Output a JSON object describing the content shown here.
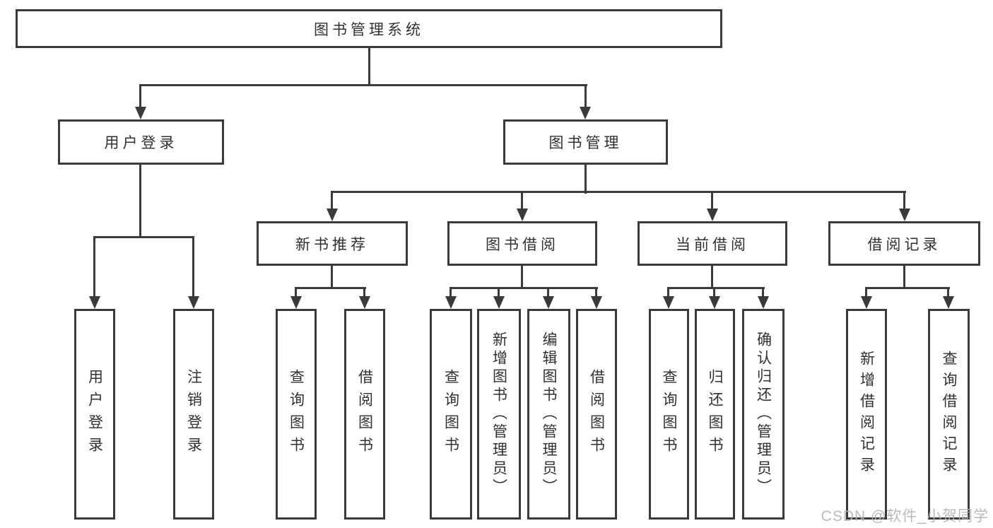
{
  "diagram_title": "图书管理系统",
  "nodes": {
    "root": {
      "label": "图书管理系统"
    },
    "level2": [
      {
        "label": "用户登录"
      },
      {
        "label": "图书管理"
      }
    ],
    "level3": [
      {
        "label": "新书推荐"
      },
      {
        "label": "图书借阅"
      },
      {
        "label": "当前借阅"
      },
      {
        "label": "借阅记录"
      }
    ],
    "leaves": {
      "user_login": [
        {
          "label": "用户登录"
        },
        {
          "label": "注销登录"
        }
      ],
      "new_books": [
        {
          "label": "查询图书"
        },
        {
          "label": "借阅图书"
        }
      ],
      "book_borrowing": [
        {
          "label": "查询图书"
        },
        {
          "label": "新增图书（管理员）"
        },
        {
          "label": "编辑图书（管理员）"
        },
        {
          "label": "借阅图书"
        }
      ],
      "current_borrowing": [
        {
          "label": "查询图书"
        },
        {
          "label": "归还图书"
        },
        {
          "label": "确认归还（管理员）"
        }
      ],
      "borrowing_records": [
        {
          "label": "新增借阅记录"
        },
        {
          "label": "查询借阅记录"
        }
      ]
    }
  },
  "watermark": {
    "text": "CSDN @软件_小贺同学"
  },
  "colors": {
    "line": "#3a3a3a",
    "text": "#303030",
    "background": "#ffffff",
    "watermark": "#b3b3b3"
  }
}
